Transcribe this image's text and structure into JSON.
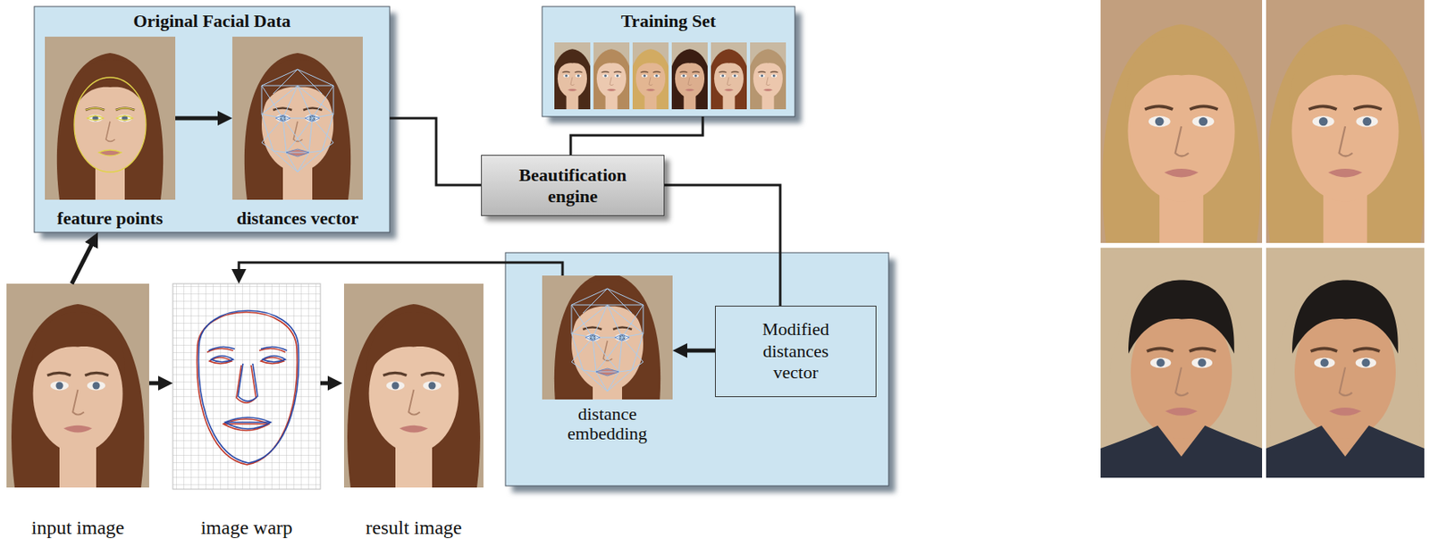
{
  "diagram": {
    "nodes": [
      {
        "text": [
          "Original Facial Data"
        ]
      },
      {
        "text": [
          "feature points"
        ],
        "in": 0
      },
      {
        "text": [
          "distances vector"
        ],
        "in": 0
      },
      {
        "text": [
          "Training Set"
        ]
      },
      {
        "text": [
          "Beautification engine"
        ]
      },
      {
        "text": [
          "Modified distances vector"
        ]
      },
      {
        "text": [
          "distance embedding"
        ]
      },
      {
        "text": [
          "input image"
        ]
      },
      {
        "text": [
          "image warp"
        ]
      },
      {
        "text": [
          "result image"
        ]
      }
    ],
    "edges": [
      {
        "from": 1,
        "to": 2,
        "arrow": "to"
      },
      {
        "from": 7,
        "to": 0,
        "arrow": "to"
      },
      {
        "from": 0,
        "to": 4,
        "arrow": "none"
      },
      {
        "from": 3,
        "to": 4,
        "arrow": "none"
      },
      {
        "from": 4,
        "to": 5,
        "arrow": "none"
      },
      {
        "from": 5,
        "to": 6,
        "arrow": "to"
      },
      {
        "from": 6,
        "to": 8,
        "arrow": "to"
      },
      {
        "from": 7,
        "to": 8,
        "arrow": "to"
      },
      {
        "from": 8,
        "to": 9,
        "arrow": "to"
      }
    ]
  }
}
